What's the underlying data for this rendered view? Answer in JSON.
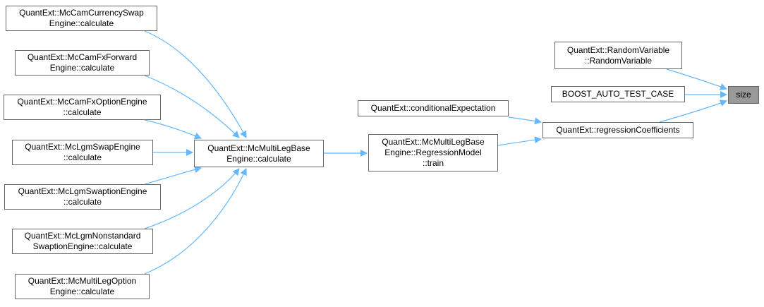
{
  "colors": {
    "edge": "#63b8ff",
    "node_border": "#666666",
    "focus_fill": "#999999",
    "node_fill": "#ffffff"
  },
  "nodes": {
    "currency_swap": [
      "QuantExt::McCamCurrencySwap",
      "Engine::calculate"
    ],
    "fx_forward": [
      "QuantExt::McCamFxForward",
      "Engine::calculate"
    ],
    "fx_option": [
      "QuantExt::McCamFxOptionEngine",
      "::calculate"
    ],
    "lgm_swap": [
      "QuantExt::McLgmSwapEngine",
      "::calculate"
    ],
    "lgm_swaption": [
      "QuantExt::McLgmSwaptionEngine",
      "::calculate"
    ],
    "lgm_nonstandard": [
      "QuantExt::McLgmNonstandard",
      "SwaptionEngine::calculate"
    ],
    "multileg_option": [
      "QuantExt::McMultiLegOption",
      "Engine::calculate"
    ],
    "multileg_base": [
      "QuantExt::McMultiLegBase",
      "Engine::calculate"
    ],
    "conditional_expectation": [
      "QuantExt::conditionalExpectation"
    ],
    "regression_train": [
      "QuantExt::McMultiLegBase",
      "Engine::RegressionModel",
      "::train"
    ],
    "random_variable": [
      "QuantExt::RandomVariable",
      "::RandomVariable"
    ],
    "boost_test": [
      "BOOST_AUTO_TEST_CASE"
    ],
    "regression_coefficients": [
      "QuantExt::regressionCoefficients"
    ],
    "size": [
      "size"
    ]
  }
}
